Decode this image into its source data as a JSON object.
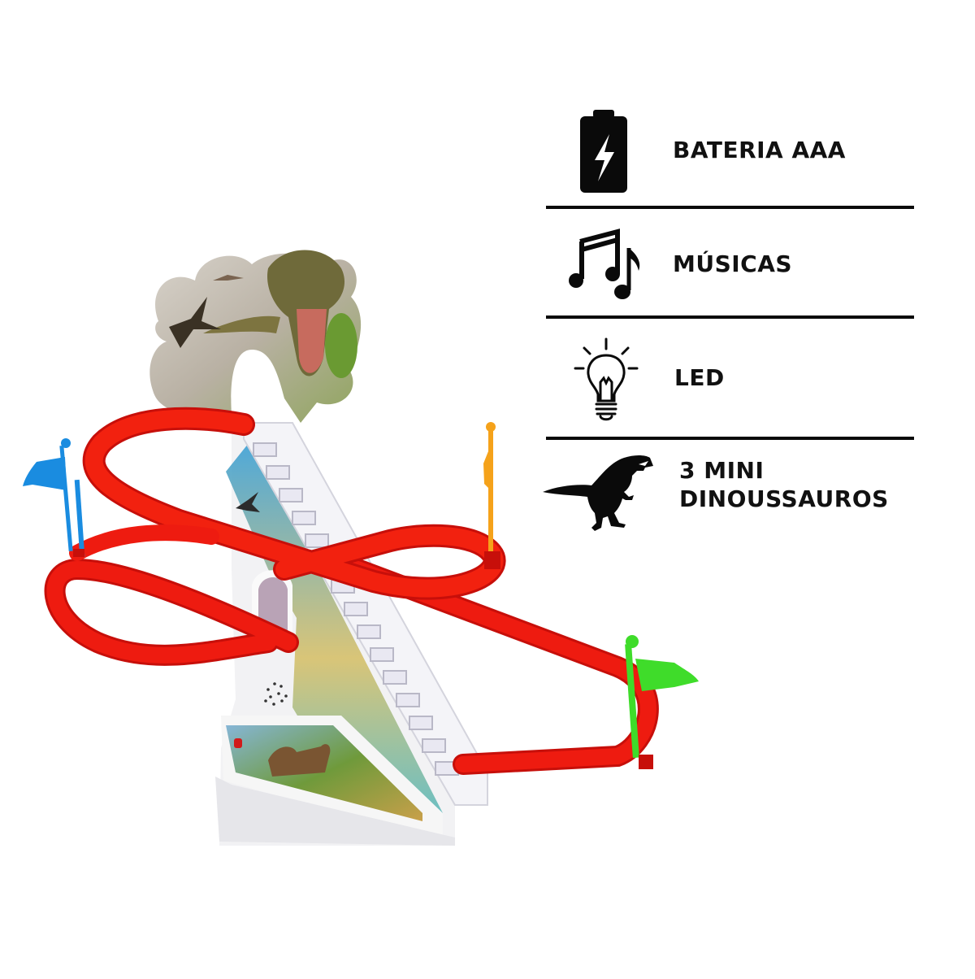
{
  "product": {
    "name": "Dinosaur staircase slide track toy",
    "colors": {
      "track": "#e8160f",
      "track_dark": "#b80d0a",
      "stairs": "#f1f1f6",
      "base": "#f4f4f4",
      "flag_blue": "#1a8ce0",
      "flag_orange": "#f5a21a",
      "flag_green": "#3fdc2a",
      "sky": "#3fa7d6"
    }
  },
  "features": [
    {
      "icon": "battery-icon",
      "label": "BATERIA AAA"
    },
    {
      "icon": "music-notes-icon",
      "label": "MÚSICAS"
    },
    {
      "icon": "light-bulb-icon",
      "label": "LED"
    },
    {
      "icon": "t-rex-icon",
      "label_line1": "3 MINI",
      "label_line2": "DINOUSSAUROS"
    }
  ],
  "divider_color": "#0a0a0a"
}
